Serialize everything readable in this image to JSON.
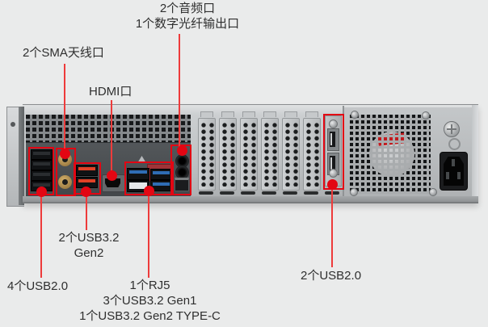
{
  "colors": {
    "annotation_red": "#e30613",
    "line_red": "#ee3b3b",
    "label_text": "#2f2f2f",
    "background": "#eaebeb"
  },
  "labels": {
    "audio_line1": "2个音频口",
    "audio_line2": "1个数字光纤输出口",
    "sma": "2个SMA天线口",
    "hdmi": "HDMI口",
    "usb32_line1": "2个USB3.2",
    "usb32_line2": "Gen2",
    "usb20_left": "4个USB2.0",
    "cluster_line1": "1个RJ5",
    "cluster_line2": "3个USB3.2 Gen1",
    "cluster_line3": "1个USB3.2 Gen2 TYPE-C",
    "usb20_right": "2个USB2.0"
  },
  "ports": [
    "usb2.0-port-x4",
    "sma-antenna-x2",
    "usb3.2-gen2-port-x2",
    "hdmi-port",
    "rj45-port",
    "usb3.2-gen1-port-x3",
    "usb3.2-gen2-type-c-port",
    "audio-jack-x2",
    "optical-spdif-port",
    "rear-usb2.0-port-x2",
    "ac-power-inlet",
    "psu-fan"
  ]
}
